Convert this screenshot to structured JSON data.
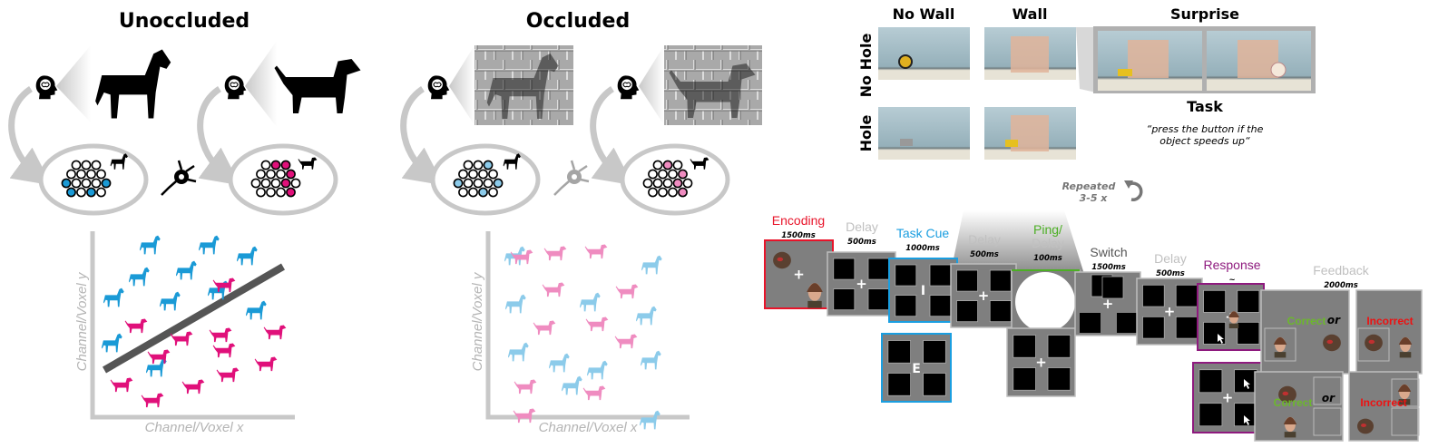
{
  "left": {
    "title": "Unoccluded",
    "x_label": "Channel/Voxel x",
    "y_label": "Channel/Voxel y"
  },
  "middle": {
    "title": "Occluded",
    "x_label": "Channel/Voxel x",
    "y_label": "Channel/Voxel y"
  },
  "stimuli": {
    "columns": [
      "No Wall",
      "Wall",
      "Surprise"
    ],
    "rows": [
      "No Hole",
      "Hole"
    ],
    "task_title": "Task",
    "task_text_line1": "“press the button if the",
    "task_text_line2": "object speeds up“"
  },
  "trial": {
    "repeated_line1": "Repeated",
    "repeated_line2": "3-5 x",
    "phases": [
      {
        "label": "Encoding",
        "duration": "1500ms",
        "color": "#e8142a"
      },
      {
        "label": "Delay",
        "duration": "500ms",
        "color": "#c0c0c0"
      },
      {
        "label": "Task Cue",
        "duration": "1000ms",
        "color": "#1a9ee0"
      },
      {
        "label": "Delay",
        "duration": "500ms",
        "color": "#c0c0c0"
      },
      {
        "label": "Ping/",
        "label2": "Delay",
        "duration": "100ms",
        "color": "#4caf24"
      },
      {
        "label": "Switch",
        "duration": "1500ms",
        "color": "#555555"
      },
      {
        "label": "Delay",
        "duration": "500ms",
        "color": "#c0c0c0"
      },
      {
        "label": "Response",
        "duration": "~",
        "color": "#8e1a7e"
      },
      {
        "label": "Feedback",
        "duration": "2000ms",
        "color": "#c0c0c0"
      }
    ],
    "cue_letters": [
      "I",
      "E"
    ],
    "feedback_correct": "Correct",
    "feedback_incorrect": "Incorrect",
    "or_label": "or"
  },
  "colors": {
    "blue": "#1a9ad6",
    "magenta": "#e0107a",
    "light_blue": "#8ccbea",
    "pink": "#ef8cc0",
    "frame_gray": "#7f7f7f",
    "correct": "#6cb82c",
    "incorrect": "#ee1111"
  }
}
